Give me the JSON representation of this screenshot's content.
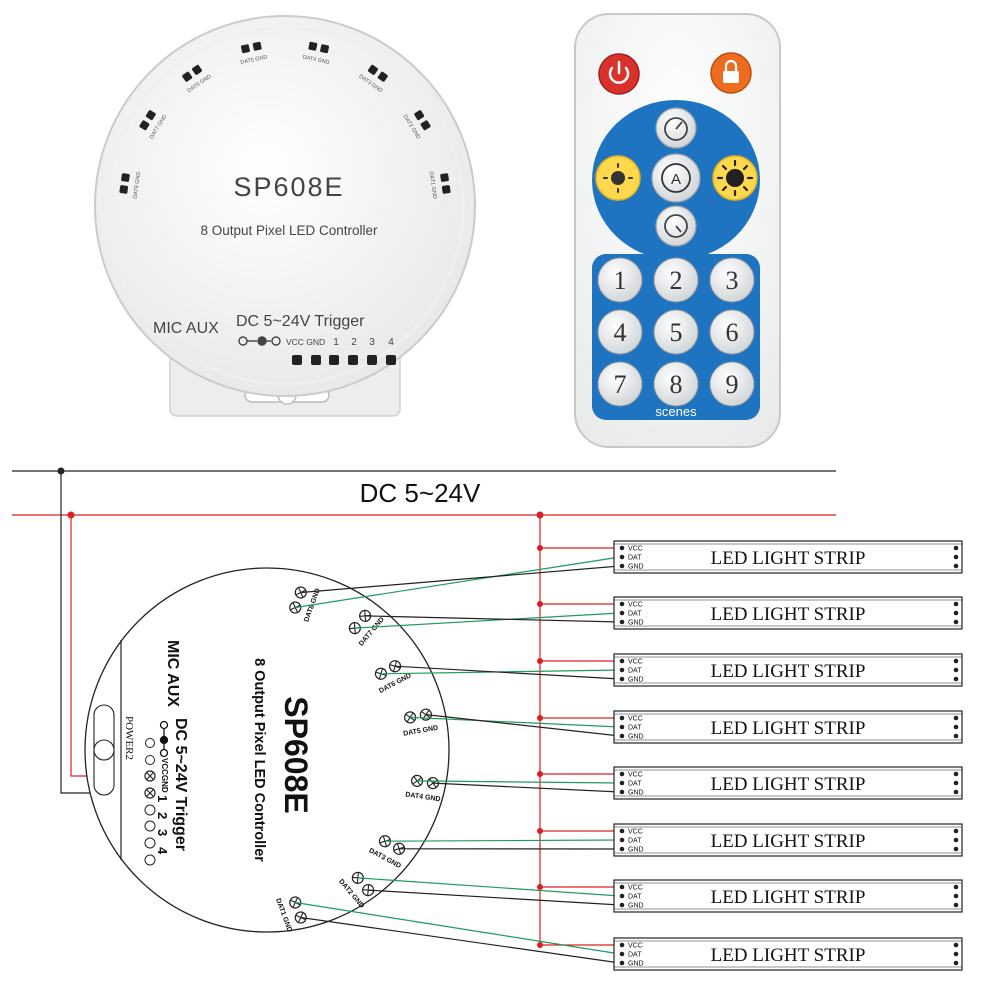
{
  "controller": {
    "model": "SP608E",
    "subtitle": "8 Output Pixel LED Controller",
    "mic_aux": "MIC AUX",
    "dc_trigger": "DC 5~24V Trigger",
    "power_label": "VCC GND",
    "trigger_numbers": [
      "1",
      "2",
      "3",
      "4"
    ],
    "port_labels": [
      "DAT1 GND",
      "DAT2 GND",
      "DAT3 GND",
      "DAT4 GND",
      "DAT5 GND",
      "DAT6 GND",
      "DAT7 GND",
      "DAT8 GND"
    ]
  },
  "remote": {
    "keys": [
      "1",
      "2",
      "3",
      "4",
      "5",
      "6",
      "7",
      "8",
      "9"
    ],
    "scenes_label": "scenes",
    "auto_label": "A"
  },
  "diagram": {
    "supply_label": "DC 5~24V",
    "strip_label": "LED  LIGHT STRIP",
    "pin_labels": [
      "VCC",
      "DAT",
      "GND"
    ],
    "power2_label": "POWER2",
    "power_label_short": "VCCGND",
    "trigger_numbers": [
      "1",
      "2",
      "3",
      "4"
    ],
    "strip_count": 8,
    "colors": {
      "positive": "#d92020",
      "negative": "#222222",
      "data": "#1f9a60"
    }
  }
}
